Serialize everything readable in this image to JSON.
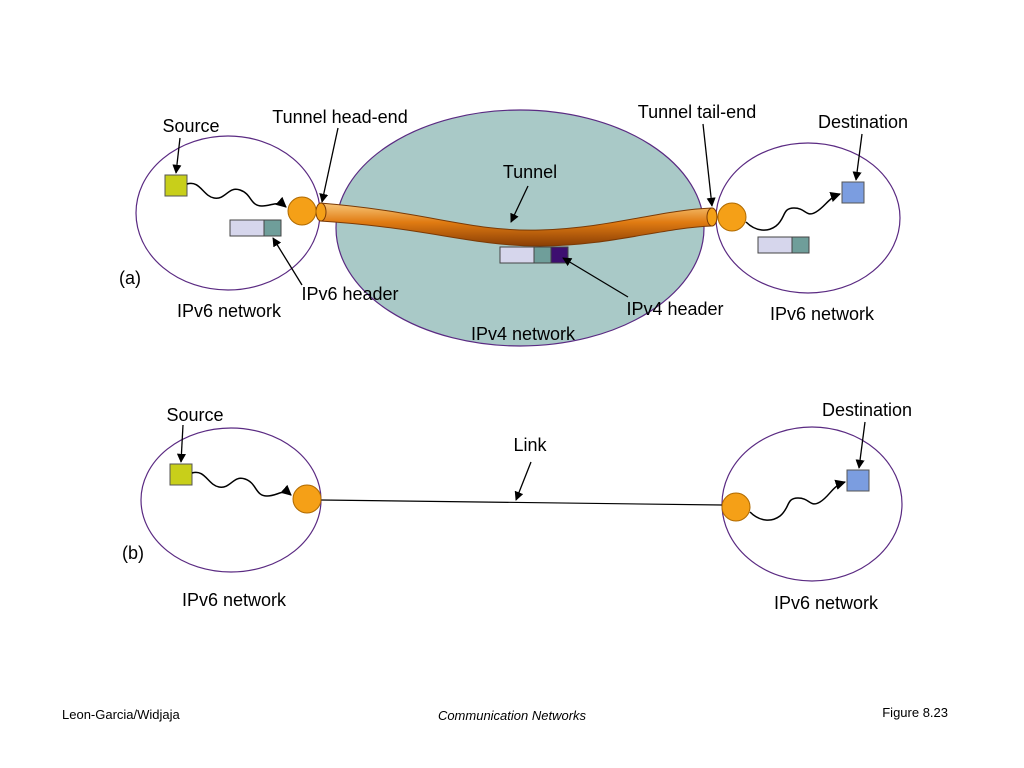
{
  "part_a": {
    "tag": "(a)",
    "source": "Source",
    "destination": "Destination",
    "tunnel_head_end": "Tunnel head-end",
    "tunnel_tail_end": "Tunnel tail-end",
    "tunnel": "Tunnel",
    "ipv6_header": "IPv6 header",
    "ipv4_header": "IPv4 header",
    "left_network": "IPv6 network",
    "middle_network": "IPv4 network",
    "right_network": "IPv6 network"
  },
  "part_b": {
    "tag": "(b)",
    "source": "Source",
    "destination": "Destination",
    "link": "Link",
    "left_network": "IPv6 network",
    "right_network": "IPv6 network"
  },
  "footer": {
    "authors": "Leon-Garcia/Widjaja",
    "book": "Communication Networks",
    "figure": "Figure 8.23"
  },
  "colors": {
    "network_outline": "#5a2a82",
    "ipv4_cloud": "#a9c9c7",
    "router": "#f5a017",
    "source_host": "#c8cf1a",
    "destination_host": "#7b9de0",
    "header_light": "#d6d6ec",
    "header_teal": "#6f9e9a",
    "header_purple": "#3d0f70",
    "tunnel_pipe": "#e07b12"
  }
}
